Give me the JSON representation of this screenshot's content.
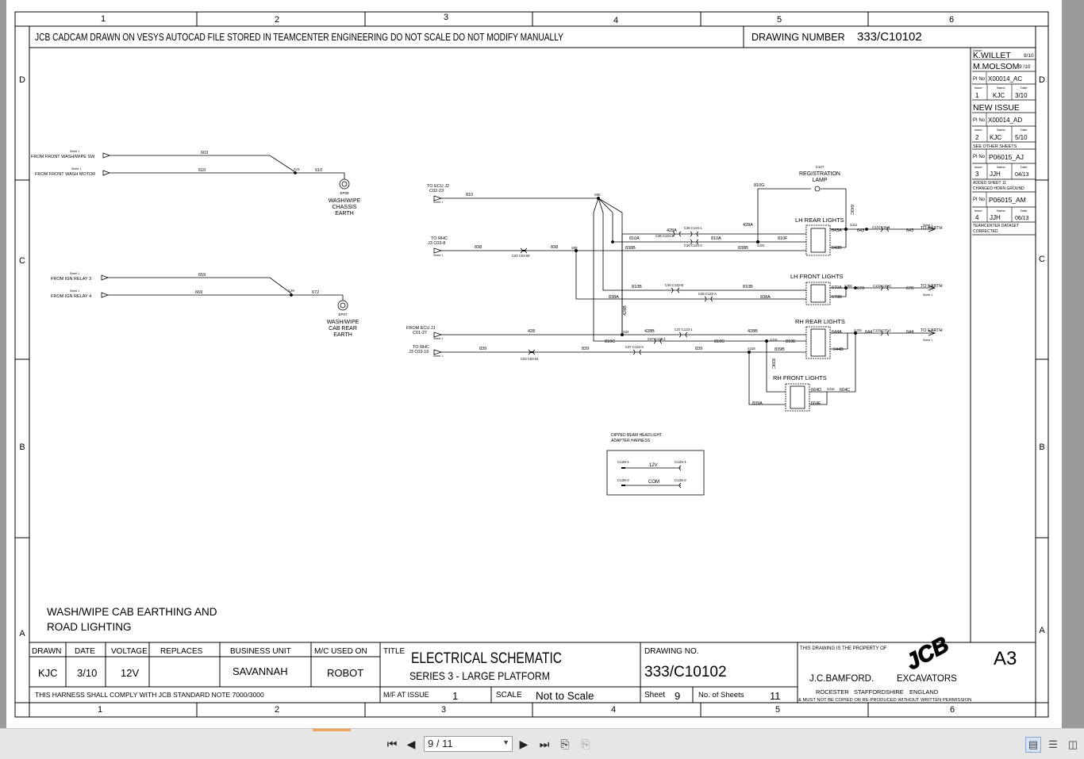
{
  "frame": {
    "columns": [
      "1",
      "2",
      "3",
      "4",
      "5",
      "6"
    ],
    "rows": [
      "D",
      "C",
      "B",
      "A"
    ]
  },
  "header": {
    "notice": "JCB CADCAM DRAWN ON VESYS  AUTOCAD FILE STORED IN TEAMCENTER ENGINEERING DO NOT SCALE  DO NOT MODIFY MANUALLY",
    "drawing_number_label": "DRAWING NUMBER",
    "drawing_number": "333/C10102"
  },
  "revisions": {
    "drawn_by": "K.WILLET",
    "drawn_date": "9/10",
    "checked_by": "M.MOLSOM",
    "checked_date": "9 /10",
    "col_issue": "Issue",
    "col_name": "Name",
    "col_date": "Date",
    "entries": [
      {
        "pino_label": "PI No",
        "pino": "X00014_AC",
        "issue": "1",
        "name": "KJC",
        "date": "3/10",
        "note": "NEW ISSUE"
      },
      {
        "pino_label": "PI No",
        "pino": "X00014_AD",
        "issue": "2",
        "name": "KJC",
        "date": "5/10",
        "note": "SEE OTHER SHEETS"
      },
      {
        "pino_label": "PI No",
        "pino": "P06015_AJ",
        "issue": "3",
        "name": "JJH",
        "date": "04/13",
        "note": "ADDED SHEET 11\nCHANGED HORN GROUND"
      },
      {
        "pino_label": "PI No",
        "pino": "P06015_AM",
        "issue": "4",
        "name": "JJH",
        "date": "06/13",
        "note": "TEAMCENTER DATASET\nCORRECTED"
      }
    ]
  },
  "schematic": {
    "left_section": {
      "sources": [
        "FROM FRONT WASH/WIPE SW",
        "FROM FRONT WASH MOTOR",
        "FROM IGN RELAY 3",
        "FROM IGN RELAY 4"
      ],
      "sheet_refs": [
        "Sheet 1",
        "Sheet 1",
        "Sheet 1",
        "Sheet 1"
      ],
      "wires": [
        "603",
        "610",
        "610",
        "659",
        "669",
        "672"
      ],
      "splices": [
        "SJ1",
        "SJ9"
      ],
      "earths": [
        {
          "ref": "EP08",
          "label": [
            "WASH/WIPE",
            "CHASSIS",
            "EARTH"
          ]
        },
        {
          "ref": "EP07",
          "label": [
            "WASH/WIPE",
            "CAB REAR",
            "EARTH"
          ]
        }
      ]
    },
    "right_section": {
      "inputs": [
        {
          "label": [
            "TO ECU J2",
            "C02-23"
          ],
          "wire": "810"
        },
        {
          "label": [
            "TO RHC",
            "J3 C03-8"
          ],
          "wire": "838"
        },
        {
          "label": [
            "FROM ECU J1",
            "C01-27"
          ],
          "wire": "428"
        },
        {
          "label": [
            "TO RHC",
            "J3 C03-16"
          ],
          "wire": "839"
        }
      ],
      "wires": [
        "810",
        "838",
        "838",
        "839",
        "839",
        "428",
        "428A",
        "428A",
        "428B",
        "428B",
        "428B",
        "810A",
        "810A",
        "810B",
        "810B",
        "810C",
        "810C",
        "810E",
        "810F",
        "810G",
        "838A",
        "838A",
        "838B",
        "838B",
        "839A",
        "839B",
        "839C",
        "643",
        "643",
        "643A",
        "643B",
        "643C",
        "670",
        "670",
        "670A",
        "670B",
        "644",
        "644",
        "644A",
        "644B",
        "664C",
        "664D",
        "664E",
        "428A"
      ],
      "connectors": [
        "C36 C124-1",
        "C36 C124-2",
        "C36 C124-3",
        "C45 C122-B",
        "C45 C122-A",
        "C37 C123-1",
        "C37 C123-2",
        "C37 C123-3",
        "C124 C36-1",
        "C122 C45-C",
        "C123 C37-4",
        "C02 C03-06",
        "C02 C03-04"
      ],
      "splices": [
        "S08",
        "S09",
        "SJ11",
        "SJ22",
        "SJ08",
        "S24",
        "SJ16",
        "SJ18",
        "SJ19",
        "SJ15"
      ],
      "components": [
        "LH REAR LIGHTS",
        "LH FRONT LIGHTS",
        "RH REAR LIGHTS",
        "RH FRONT LIGHTS"
      ],
      "reg_lamp": [
        "C127",
        "REGISTRATION",
        "LAMP"
      ],
      "earth_label": "TO EARTH",
      "earth_sheet": "Sheet 1",
      "harness_title": [
        "DIPPED BEAM HEADLIGHT",
        "ADAPTER HARNESS"
      ],
      "harness_rows": [
        {
          "left": "C128-1",
          "mid": "12V",
          "right": "C129-1"
        },
        {
          "left": "C128-2",
          "mid": "COM",
          "right": "C129-2"
        }
      ]
    }
  },
  "drawing_title": [
    "WASH/WIPE CAB EARTHING AND",
    "ROAD LIGHTING"
  ],
  "title_block": {
    "headers": {
      "drawn": "DRAWN",
      "date": "DATE",
      "voltage": "VOLTAGE",
      "replaces": "REPLACES",
      "business_unit": "BUSINESS UNIT",
      "mc_used_on": "M/C USED ON"
    },
    "values": {
      "drawn": "KJC",
      "date": "3/10",
      "voltage": "12V",
      "replaces": "",
      "business_unit": "SAVANNAH",
      "mc_used_on": "ROBOT"
    },
    "title_label": "TITLE",
    "title_line1": "ELECTRICAL SCHEMATIC",
    "title_line2": "SERIES 3 - LARGE PLATFORM",
    "drawing_no_label": "DRAWING NO.",
    "drawing_no": "333/C10102",
    "compliance": "THIS HARNESS SHALL COMPLY WITH JCB STANDARD NOTE 7000/3000",
    "mf_label": "M/F AT ISSUE",
    "mf_value": "1",
    "scale_label": "SCALE",
    "scale_value": "Not to Scale",
    "sheet_label": "Sheet",
    "sheet_value": "9",
    "sheets_label": "No. of Sheets",
    "sheets_value": "11",
    "property_line": "THIS DRAWING IS THE PROPERTY OF",
    "company_left": "J.C.BAMFORD.",
    "company_right": "EXCAVATORS",
    "address_1": "ROCESTER",
    "address_2": "STAFFORDSHIRE",
    "address_3": "ENGLAND",
    "copyright": "& MUST NOT BE COPIED OR RE-PRODUCED WITHOUT WRITTEN PERMISSION",
    "logo_text": "JCB",
    "size": "A3"
  },
  "viewer": {
    "page_display": "9 / 11"
  }
}
